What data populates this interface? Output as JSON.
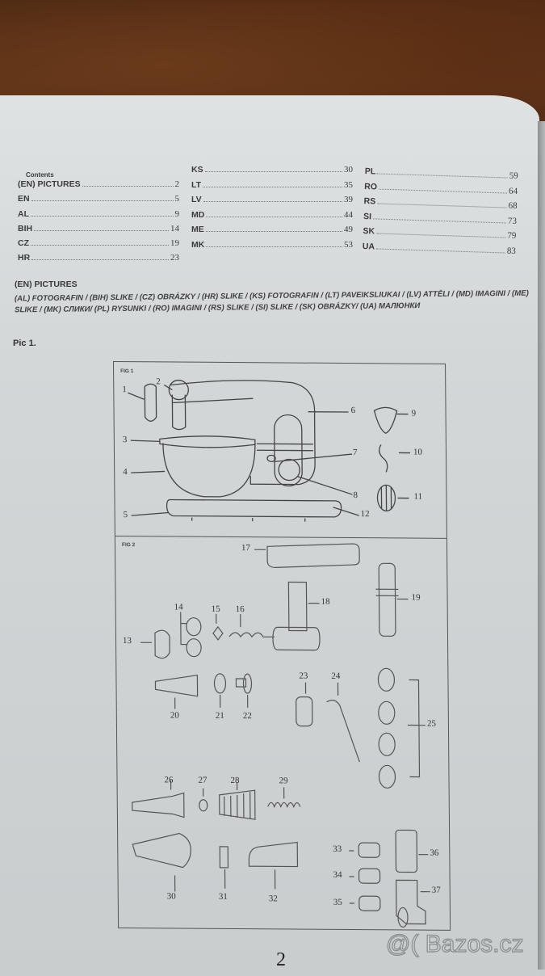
{
  "contents": {
    "title": "Contents",
    "columns": [
      [
        {
          "label": "(EN) PICTURES",
          "page": "2"
        },
        {
          "label": "EN",
          "page": "5"
        },
        {
          "label": "AL",
          "page": "9"
        },
        {
          "label": "BIH",
          "page": "14"
        },
        {
          "label": "CZ",
          "page": "19"
        },
        {
          "label": "HR",
          "page": "23"
        }
      ],
      [
        {
          "label": "KS",
          "page": "30"
        },
        {
          "label": "LT",
          "page": "35"
        },
        {
          "label": "LV",
          "page": "39"
        },
        {
          "label": "MD",
          "page": "44"
        },
        {
          "label": "ME",
          "page": "49"
        },
        {
          "label": "MK",
          "page": "53"
        }
      ],
      [
        {
          "label": "PL",
          "page": "59"
        },
        {
          "label": "RO",
          "page": "64"
        },
        {
          "label": "RS",
          "page": "68"
        },
        {
          "label": "SI",
          "page": "73"
        },
        {
          "label": "SK",
          "page": "79"
        },
        {
          "label": "UA",
          "page": "83"
        }
      ]
    ]
  },
  "pictures_section": {
    "heading": "(EN) PICTURES",
    "languages_line_1": "(AL) FOTOGRAFIN / (BIH) SLIKE / (CZ) OBRÁZKY / (HR) SLIKE / (KS) FOTOGRAFIN / (LT) PAVEIKSLIUKAI / (LV) ATTĒLI / (MD) IMAGINI / (ME)",
    "languages_line_2": "SLIKE / (MK) СЛИКИ/ (PL) RYSUNKI / (RO) IMAGINI / (RS) SLIKE / (SI) SLIKE / (SK) OBRÁZKY/ (UA) МАЛЮНКИ",
    "pic_label": "Pic 1."
  },
  "figures": {
    "fig1": {
      "tag": "FIG 1",
      "callouts": [
        "1",
        "2",
        "3",
        "4",
        "5",
        "6",
        "7",
        "8",
        "9",
        "10",
        "11",
        "12"
      ]
    },
    "fig2": {
      "tag": "FIG 2",
      "callouts": [
        "13",
        "14",
        "15",
        "16",
        "17",
        "18",
        "19",
        "20",
        "21",
        "22",
        "23",
        "24",
        "25",
        "26",
        "27",
        "28",
        "29",
        "30",
        "31",
        "32",
        "33",
        "34",
        "35",
        "36",
        "37"
      ]
    }
  },
  "page_number": "2",
  "watermark": "@( Bazos.cz"
}
